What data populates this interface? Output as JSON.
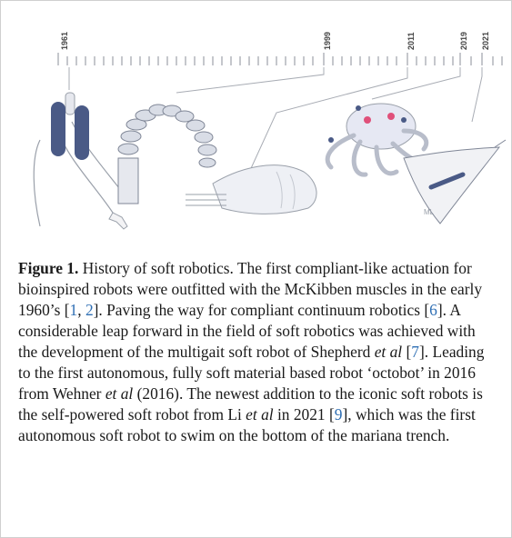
{
  "timeline": {
    "years": [
      "1961",
      "1999",
      "2011",
      "2019",
      "2021"
    ]
  },
  "illustration": {
    "robots": [
      "mckibben-muscle-arm",
      "continuum-robot",
      "multigait-soft-robot",
      "octobot",
      "self-powered-soft-robot"
    ],
    "colors": {
      "robot_blue": "#4a5a86",
      "body_gray": "#e6e8ee",
      "line_gray": "#9aa0aa",
      "accent_pink": "#e0507a"
    }
  },
  "caption": {
    "label": "Figure 1.",
    "p1": " History of soft robotics. The first compliant-like actuation for bioinspired robots were outfitted with the McKibben muscles in the early 1960’s [",
    "c1": "1",
    "sep1": ", ",
    "c2": "2",
    "p2": "]. Paving the way for compliant continuum robotics [",
    "c3": "6",
    "p3": "]. A considerable leap forward in the field of soft robotics was achieved with the development of the multigait soft robot of Shepherd ",
    "etal1": "et al",
    "p4": " [",
    "c4": "7",
    "p5": "]. Leading to the first autonomous, fully soft material based robot ‘octobot’ in 2016 from Wehner ",
    "etal2": "et al",
    "p6": " (2016). The newest addition to the iconic soft robots is the self-powered soft robot from Li ",
    "etal3": "et al",
    "p7": " in 2021 [",
    "c5": "9",
    "p8": "], which was the first autonomous soft robot to swim on the bottom of the mariana trench."
  }
}
